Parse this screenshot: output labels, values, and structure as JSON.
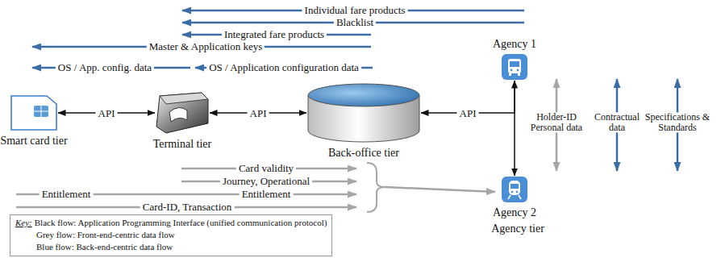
{
  "diagram": {
    "nodes": [
      {
        "text": [
          "Smart card tier"
        ]
      },
      {
        "text": [
          "Terminal tier"
        ]
      },
      {
        "text": [
          "Back-office tier"
        ]
      },
      {
        "text": [
          "Agency 1"
        ]
      },
      {
        "text": [
          "Agency 2"
        ]
      }
    ],
    "edges": [
      {
        "from": 0,
        "to": 1,
        "label": "API",
        "arrow": "both"
      },
      {
        "from": 1,
        "to": 2,
        "label": "API",
        "arrow": "both"
      },
      {
        "from": 3,
        "to": 2,
        "label": "API",
        "arrow": "to"
      },
      {
        "from": 3,
        "to": 4,
        "arrow": "both"
      }
    ],
    "labels": [
      "Individual fare products",
      "Blacklist",
      "Integrated fare products",
      "Master & Application keys",
      "OS / App. config. data",
      "OS / Application configuration data",
      "Card validity",
      "Journey, Operational",
      "Entitlement",
      "Entitlement",
      "Card-ID, Transaction",
      "Holder-ID Personal data",
      "Contractual data",
      "Specifications & Standards",
      "Agency tier",
      "Key:"
    ],
    "legend": [
      {
        "text": "Black flow: Application Programming Interface (unified communication protocol)"
      },
      {
        "text": "Grey flow: Front-end-centric data flow"
      },
      {
        "text": "Blue flow: Back-end-centric data flow"
      }
    ]
  }
}
